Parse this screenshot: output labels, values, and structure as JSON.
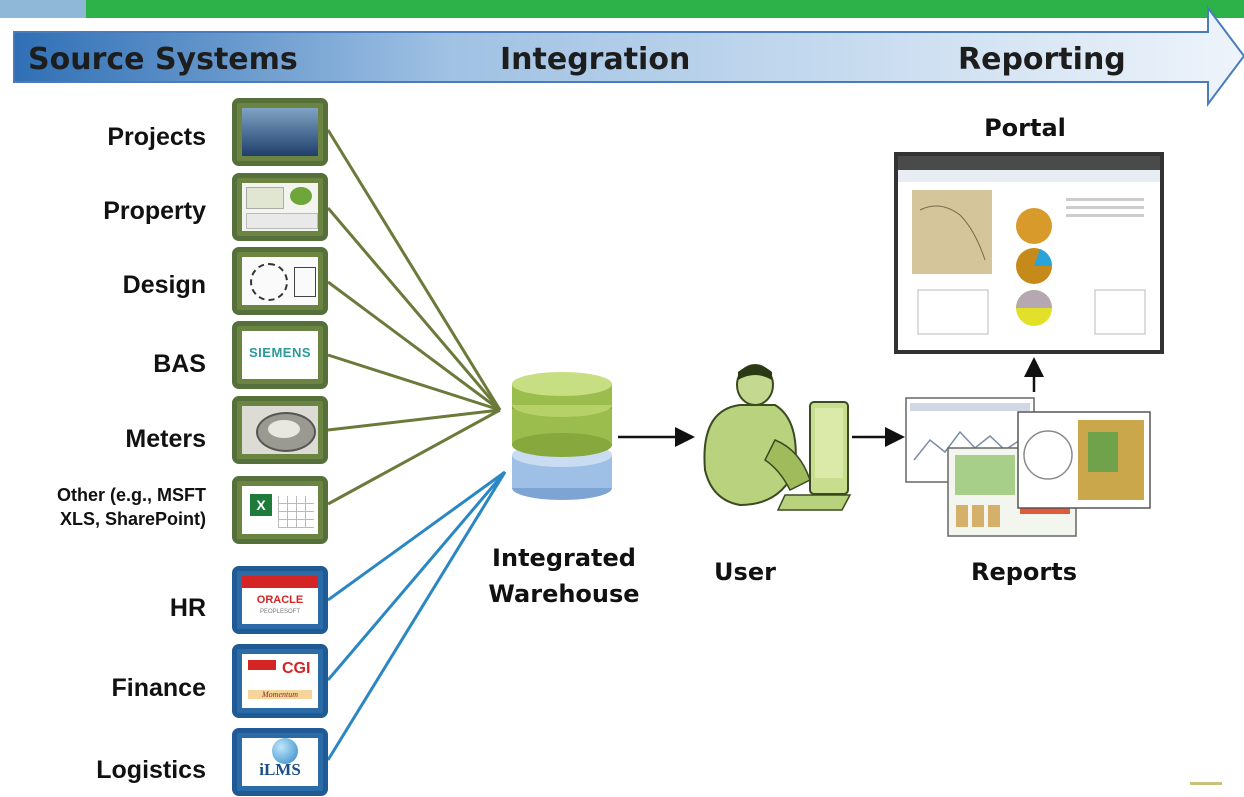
{
  "header": {
    "stage_source": "Source Systems",
    "stage_integration": "Integration",
    "stage_reporting": "Reporting"
  },
  "sources": {
    "projects": "Projects",
    "property": "Property",
    "design": "Design",
    "bas": "BAS",
    "meters": "Meters",
    "other_line1": "Other (e.g., MSFT",
    "other_line2": "XLS, SharePoint)",
    "hr": "HR",
    "finance": "Finance",
    "logistics": "Logistics"
  },
  "logos": {
    "siemens": "SIEMENS",
    "oracle": "ORACLE",
    "peoplesoft": "PEOPLESOFT",
    "cgi": "CGI",
    "momentum": "Momentum",
    "ilms": "iLMS"
  },
  "flow": {
    "warehouse_line1": "Integrated",
    "warehouse_line2": "Warehouse",
    "user": "User",
    "reports": "Reports",
    "portal": "Portal"
  },
  "colors": {
    "green_connector": "#6b7a3a",
    "blue_connector": "#2b86c4",
    "top_bar": "#2db24a",
    "arrow_banner_start": "#2f6fb5",
    "arrow_banner_end": "#e6eef8"
  }
}
